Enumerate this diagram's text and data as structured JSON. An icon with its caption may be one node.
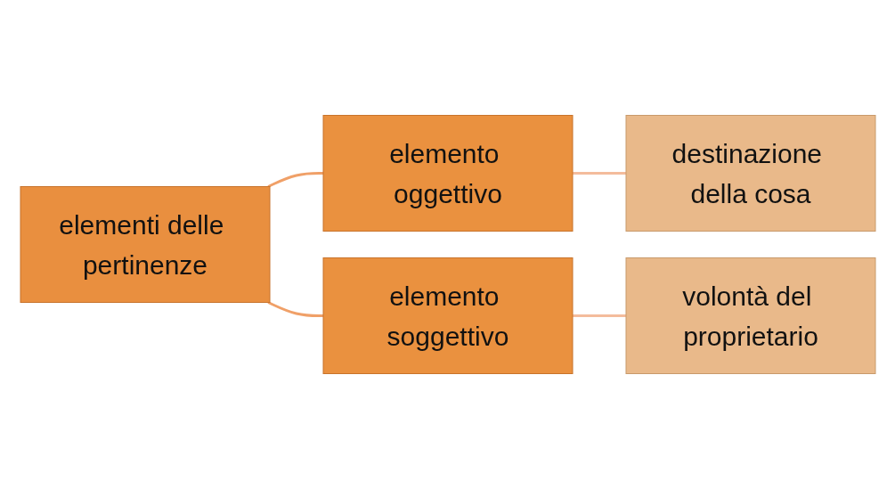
{
  "diagram": {
    "nodes": [
      {
        "text": [
          "elementi delle pertinenze"
        ]
      },
      {
        "text": [
          "elemento oggettivo"
        ]
      },
      {
        "text": [
          "elemento soggettivo"
        ]
      },
      {
        "text": [
          "destinazione della cosa"
        ]
      },
      {
        "text": [
          "volontà del proprietario"
        ]
      }
    ],
    "edges": [
      {
        "from": 0,
        "to": 1,
        "arrow": "none"
      },
      {
        "from": 0,
        "to": 2,
        "arrow": "none"
      },
      {
        "from": 1,
        "to": 3,
        "arrow": "none",
        "color": "#f4bc9c"
      },
      {
        "from": 2,
        "to": 4,
        "arrow": "none",
        "color": "#f4bc9c"
      }
    ]
  }
}
